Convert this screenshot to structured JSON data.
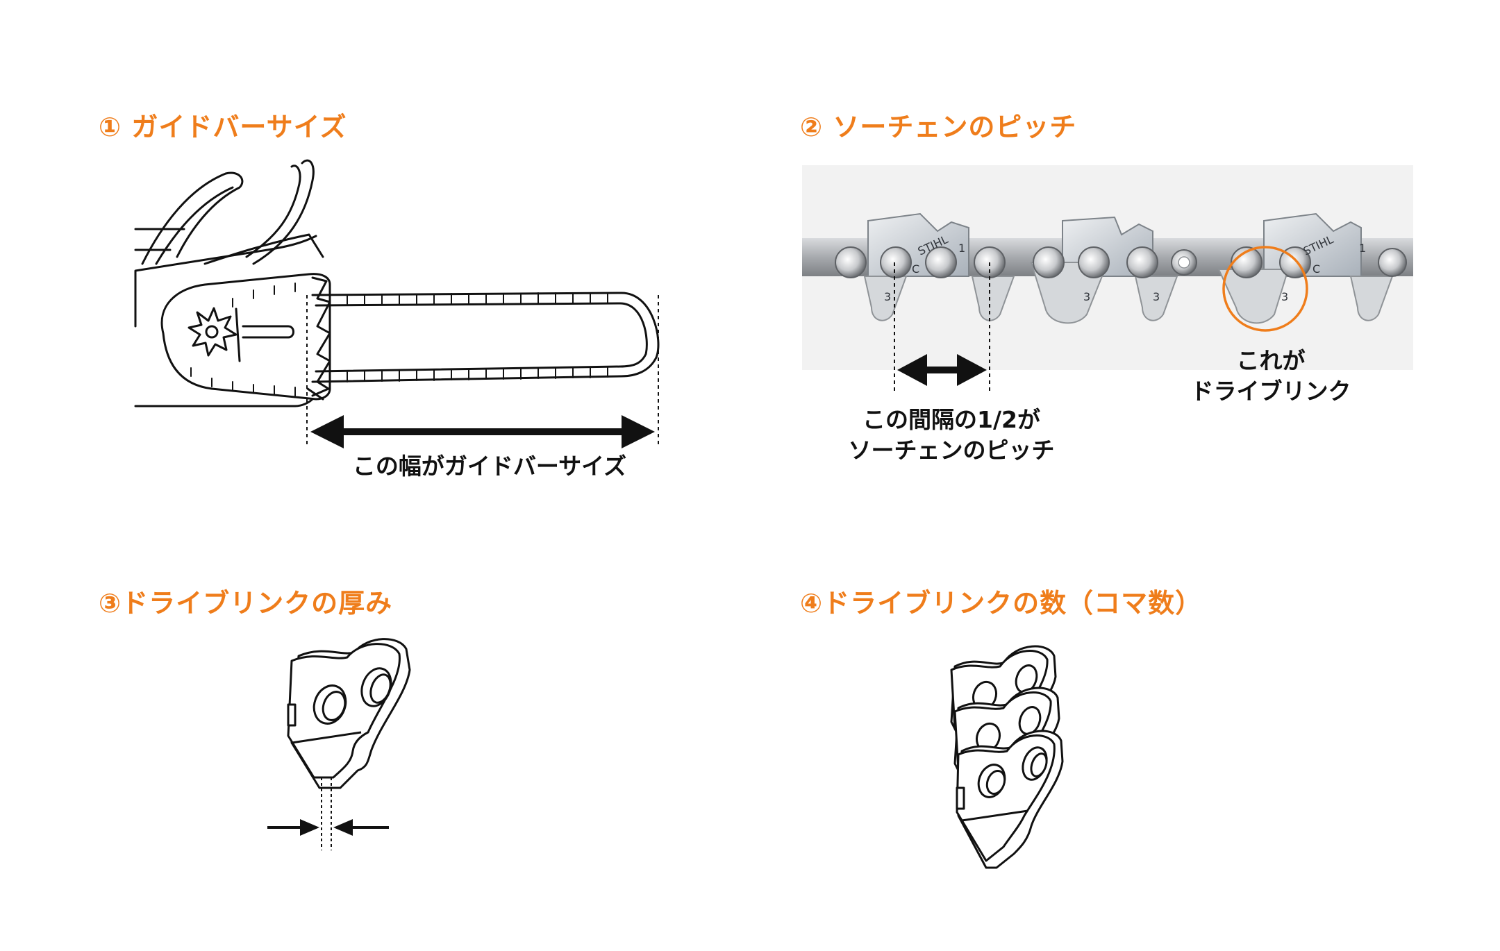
{
  "colors": {
    "accent": "#ef7d1b",
    "text": "#111111",
    "line": "#111111",
    "photo_background": "#f2f2f2",
    "chain_steel": "#8c8f93"
  },
  "sections": [
    {
      "title": "① ガイドバーサイズ",
      "caption_lines": [
        "この幅がガイドバーサイズ"
      ]
    },
    {
      "title": "② ソーチェンのピッチ",
      "caption_lines": [
        "この間隔の1/2が",
        "ソーチェンのピッチ"
      ],
      "callout_lines": [
        "これが",
        "ドライブリンク"
      ],
      "photo_labels": {
        "brand": "STIHL",
        "gauge": "3",
        "marks": [
          "1",
          "C"
        ]
      }
    },
    {
      "title": "③ドライブリンクの厚み"
    },
    {
      "title": "④ドライブリンクの数（コマ数）"
    }
  ]
}
